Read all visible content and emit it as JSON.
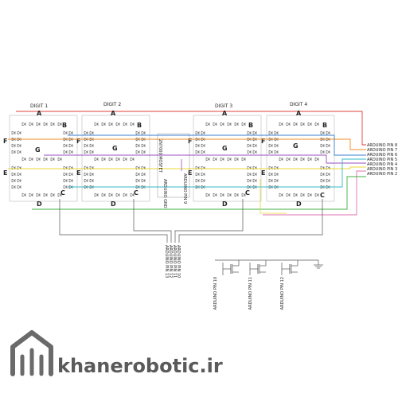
{
  "digits": [
    {
      "label": "DIGIT 1",
      "segments": {
        "A": "A",
        "B": "B",
        "C": "C",
        "D": "D",
        "E": "E",
        "F": "F",
        "G": "G"
      }
    },
    {
      "label": "DIGIT 2",
      "segments": {
        "A": "A",
        "B": "B",
        "C": "C",
        "D": "D",
        "E": "E",
        "F": "F",
        "G": "G"
      }
    },
    {
      "label": "DIGIT 3",
      "segments": {
        "A": "A",
        "B": "B",
        "C": "C",
        "D": "D",
        "E": "E",
        "F": "F",
        "G": "G"
      }
    },
    {
      "label": "DIGIT 4",
      "segments": {
        "A": "A",
        "B": "B",
        "C": "C",
        "D": "D",
        "E": "E",
        "F": "F",
        "G": "G"
      }
    }
  ],
  "arduino_pins_right": [
    "ARDUINO PIN 8",
    "ARDUINO PIN 7",
    "ARDUINO PIN 6",
    "ARDUINO PIN 5",
    "ARDUINO PIN 4",
    "ARDUINO PIN 3",
    "ARDUINO PIN 2"
  ],
  "middle_labels": [
    "ARDUINO PIN 9",
    "ARDUINO GND",
    "2N7000 MOSFET"
  ],
  "bottom_pin_labels": [
    "ARDUINO PIN 13",
    "ARDUINO PIN 12",
    "ARDUINO PIN 11",
    "ARDUINO PIN 10"
  ],
  "transistor_labels": [
    "ARDUINO PIN 10",
    "ARDUINO PIN 11",
    "ARDUINO PIN 12"
  ],
  "brand": {
    "name": "khanerobotic.ir"
  },
  "colors": {
    "red": "#e0403a",
    "orange": "#f08a20",
    "yellow": "#e8d830",
    "green": "#3fb040",
    "blue": "#3a7fd0",
    "purple": "#9a50c0",
    "pink": "#e070b0",
    "cyan": "#30b8c8",
    "wire": "#555555",
    "icon": "#6a6a6a"
  }
}
